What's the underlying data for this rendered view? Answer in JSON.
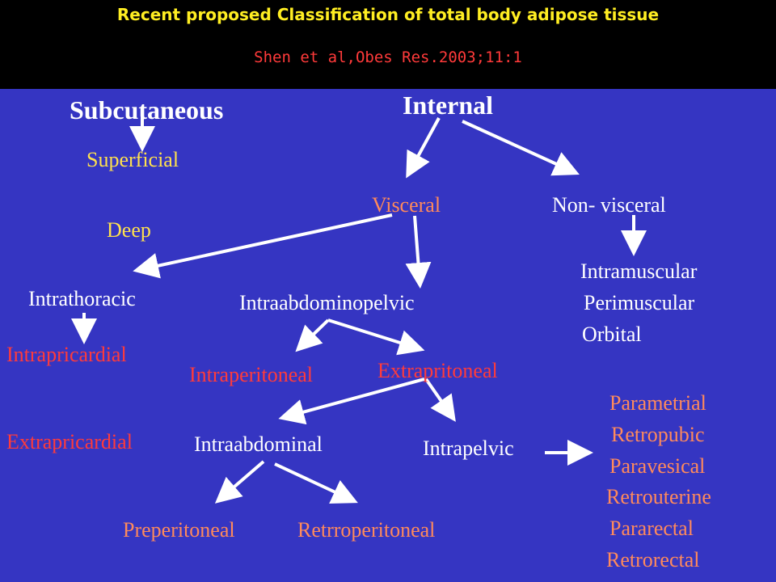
{
  "header": {
    "title": "Recent proposed Classification of total body adipose tissue",
    "citation": "Shen et al,Obes Res.2003;11:1"
  },
  "nodes": {
    "subcutaneous": "Subcutaneous",
    "internal": "Internal",
    "superficial": "Superficial",
    "deep": "Deep",
    "visceral": "Visceral",
    "non_visceral": "Non- visceral",
    "intramuscular": "Intramuscular",
    "perimuscular": "Perimuscular",
    "orbital": "Orbital",
    "intrathoracic": "Intrathoracic",
    "intraabdominopelvic": "Intraabdominopelvic",
    "intrapricardial": "Intrapricardial",
    "extrapricardial": "Extrapricardial",
    "intraperitoneal": "Intraperitoneal",
    "extrapritoneal": "Extrapritoneal",
    "intraabdominal": "Intraabdominal",
    "intrapelvic": "Intrapelvic",
    "preperitoneal": "Preperitoneal",
    "retrroperitoneal": "Retrroperitoneal",
    "pelvic_list": [
      "Parametrial",
      "Retropubic",
      "Paravesical",
      "Retrouterine",
      "Pararectal",
      "Retrorectal"
    ]
  },
  "colors": {
    "background": "#3535c2",
    "header_background": "#000000",
    "title": "#ffee22",
    "citation": "#ff3a3a",
    "heading": "#ffffff",
    "yellow_label": "#ffe14d",
    "red_label": "#ff3b3b",
    "orange_label": "#ff8a5b",
    "arrow": "#ffffff"
  }
}
